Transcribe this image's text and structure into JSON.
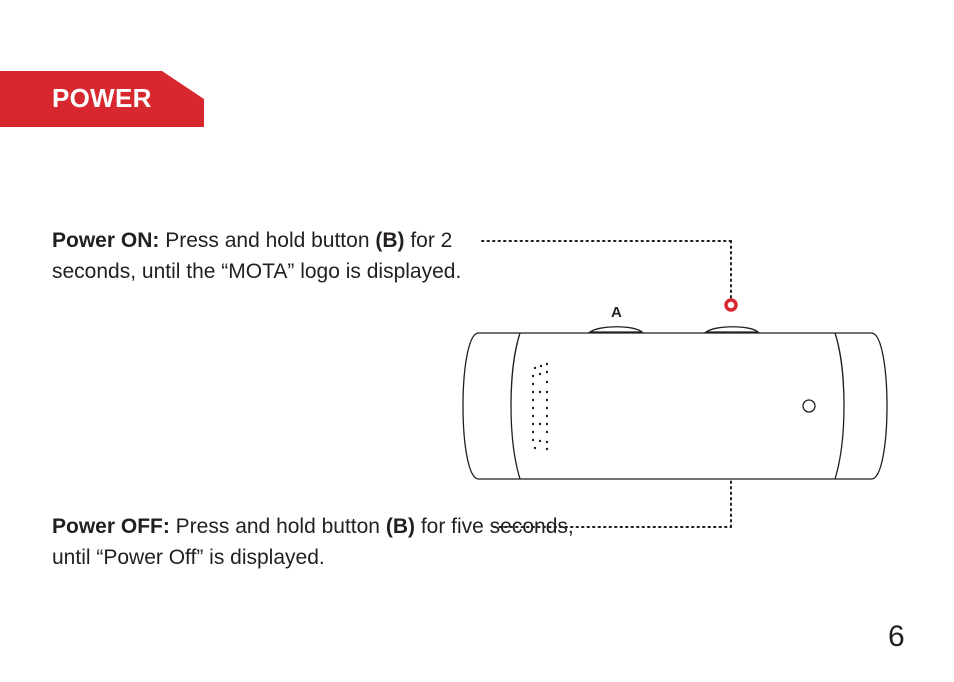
{
  "section": {
    "title": "POWER",
    "accent_color": "#d7282f"
  },
  "power_on": {
    "label": "Power ON:",
    "text_before": " Press and hold button ",
    "button_ref": "(B)",
    "text_after": " for 2 seconds, until the “MOTA” logo is displayed."
  },
  "power_off": {
    "label": "Power OFF:",
    "text_before": " Press and hold button ",
    "button_ref": "(B)",
    "text_after": " for five seconds, until “Power Off” is displayed."
  },
  "device": {
    "button_a_label": "A"
  },
  "page_number": "6"
}
